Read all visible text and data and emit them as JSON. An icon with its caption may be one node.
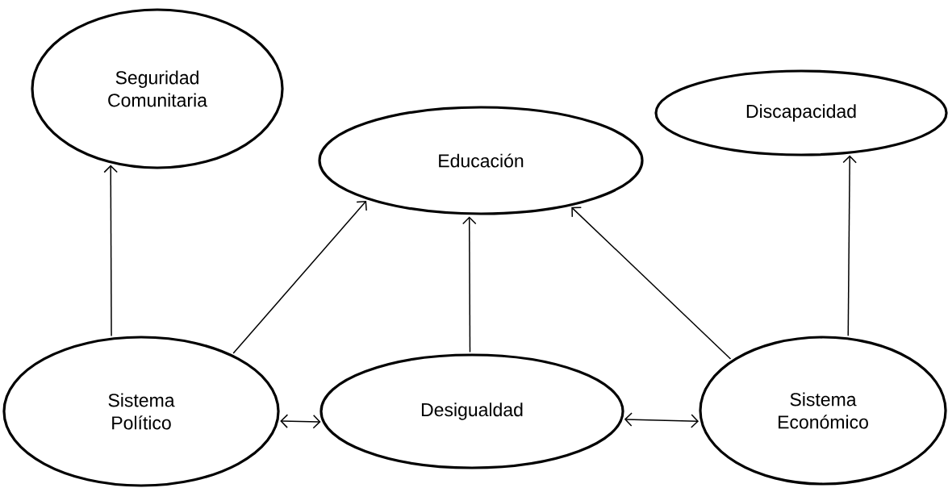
{
  "diagram": {
    "nodes": [
      {
        "text": [
          "Seguridad Comunitaria"
        ]
      },
      {
        "text": [
          "Discapacidad"
        ]
      },
      {
        "text": [
          "Educación"
        ]
      },
      {
        "text": [
          "Sistema Político"
        ]
      },
      {
        "text": [
          "Desigualdad"
        ]
      },
      {
        "text": [
          "Sistema Económico"
        ]
      }
    ],
    "edges": [
      {
        "from": 3,
        "to": 0,
        "arrow": "to"
      },
      {
        "from": 3,
        "to": 2,
        "arrow": "to"
      },
      {
        "from": 4,
        "to": 2,
        "arrow": "to"
      },
      {
        "from": 5,
        "to": 2,
        "arrow": "to"
      },
      {
        "from": 5,
        "to": 1,
        "arrow": "to"
      },
      {
        "from": 3,
        "to": 4,
        "arrow": "both"
      },
      {
        "from": 4,
        "to": 5,
        "arrow": "both"
      }
    ]
  }
}
